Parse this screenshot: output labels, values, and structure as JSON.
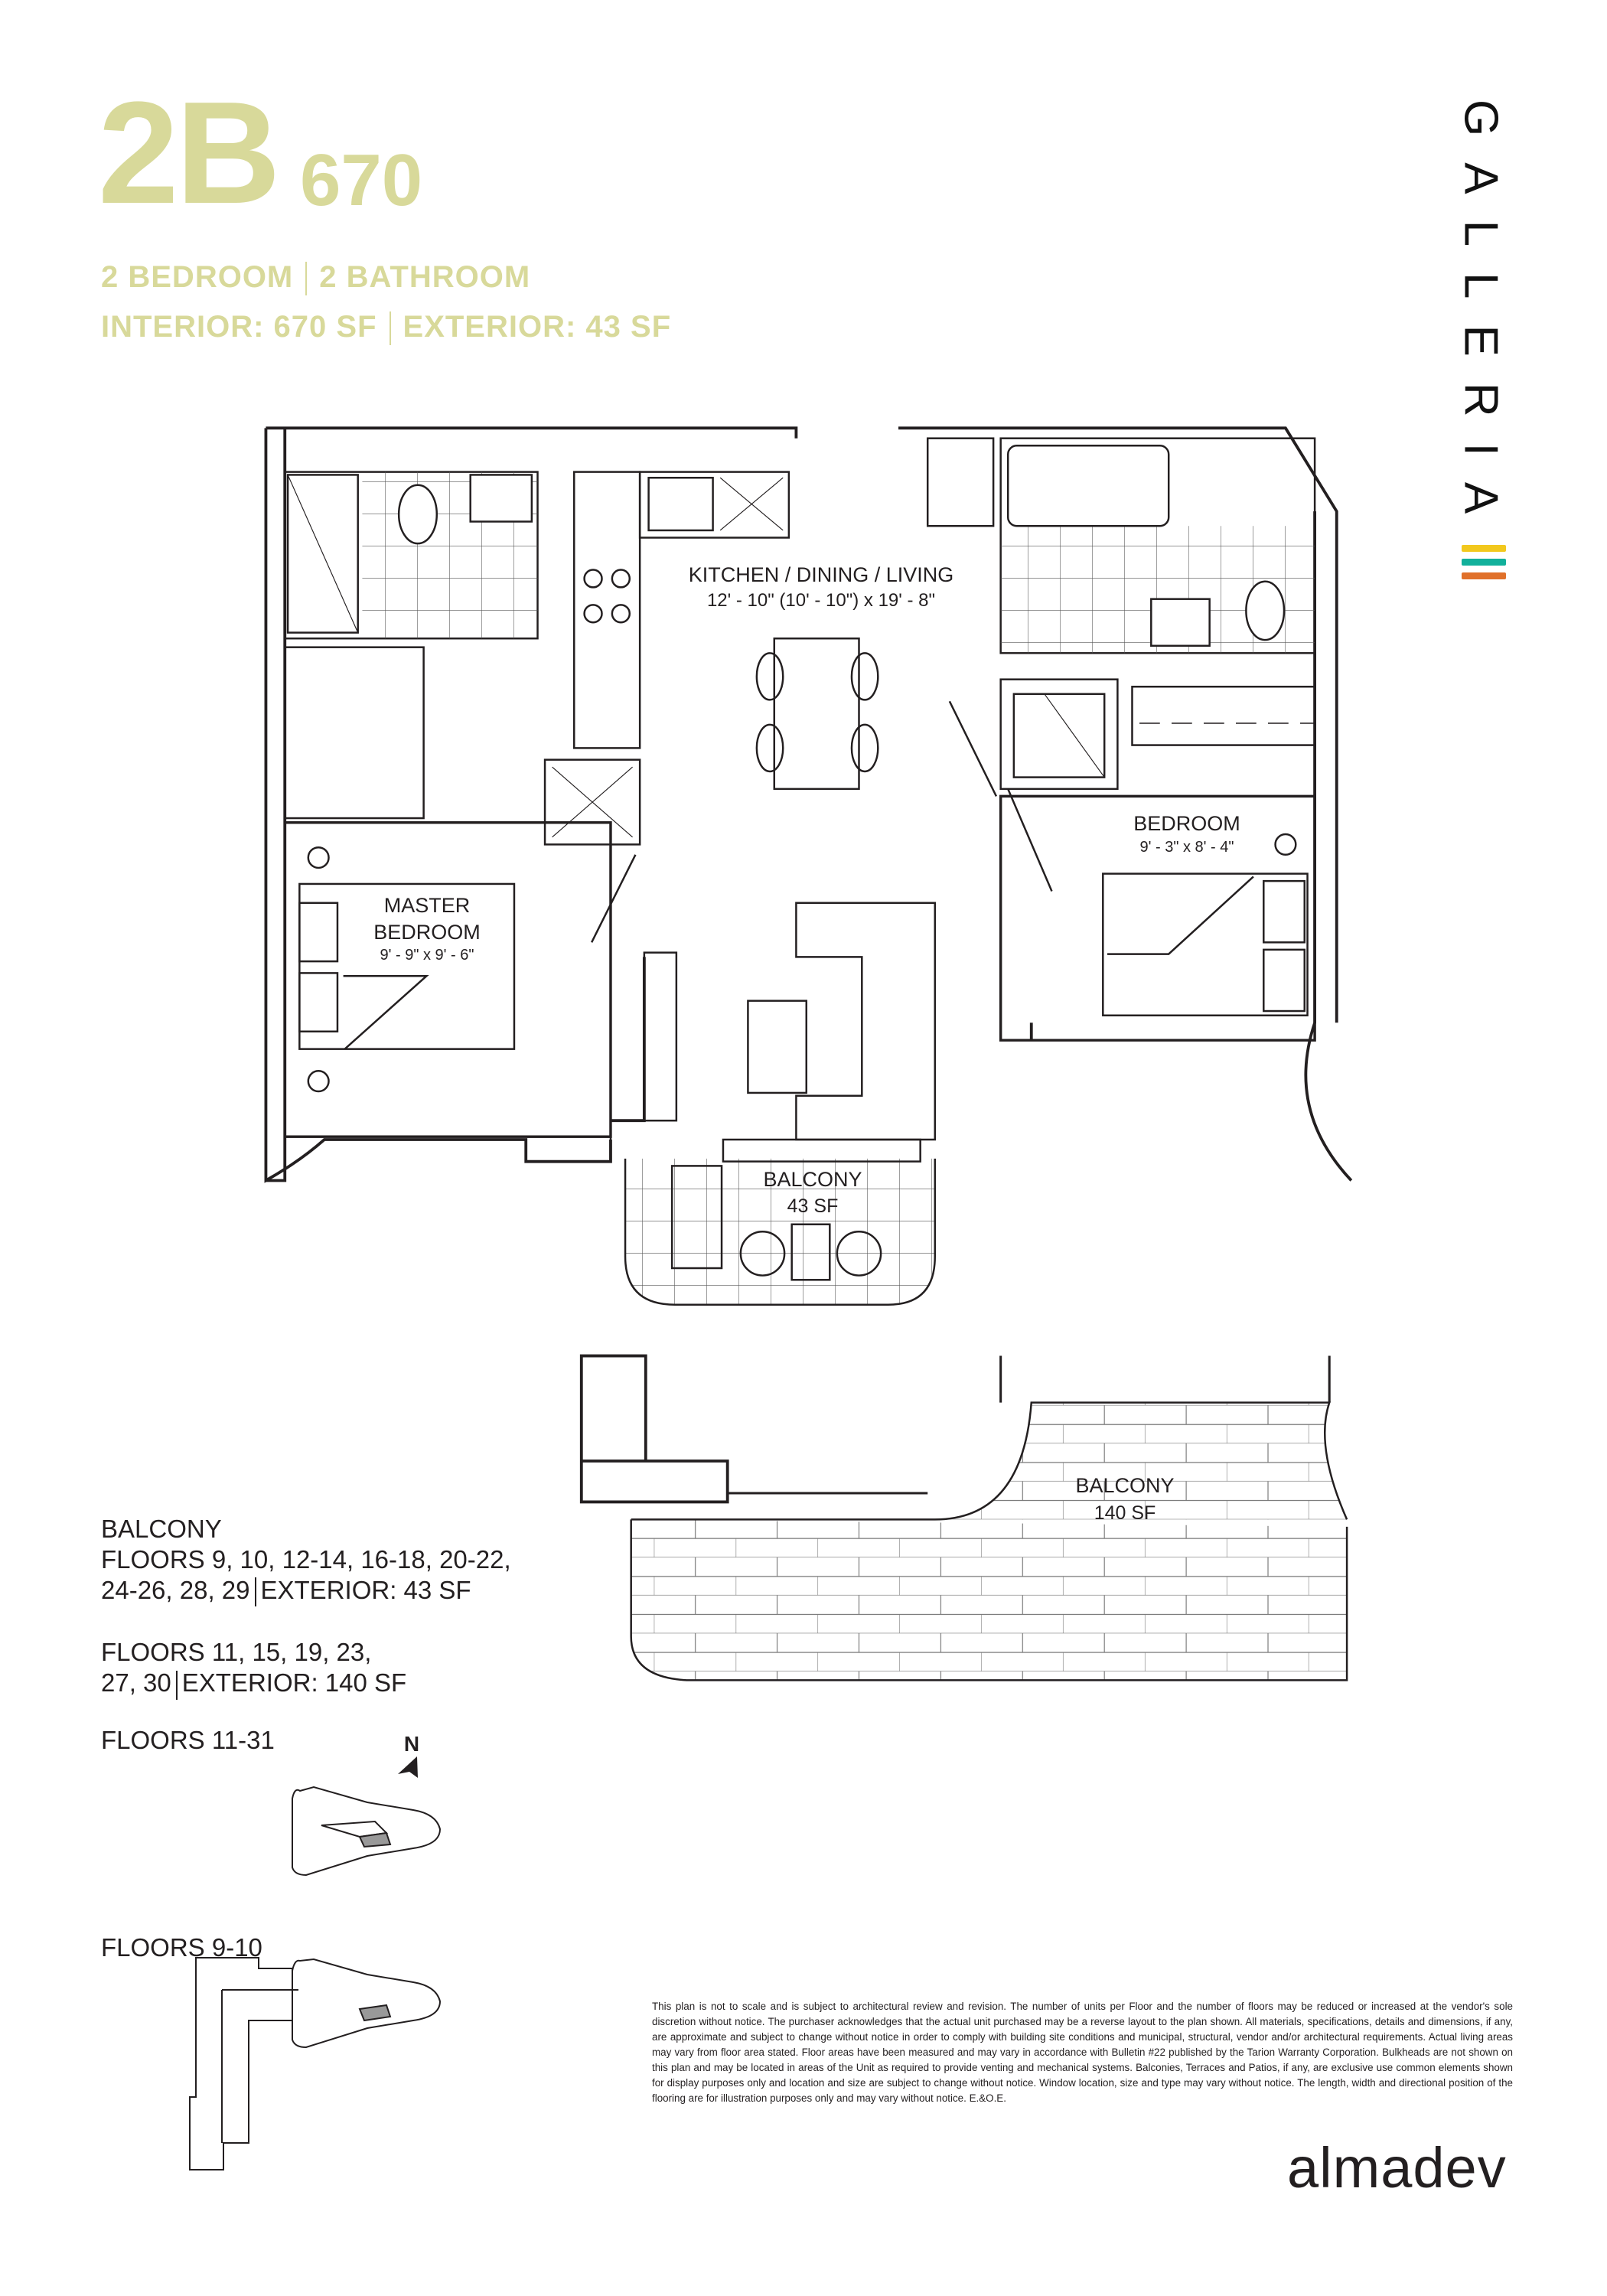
{
  "header": {
    "unit_code": "2B",
    "unit_size": "670",
    "beds": "2 BEDROOM",
    "baths": "2 BATHROOM",
    "interior": "INTERIOR: 670 SF",
    "exterior": "EXTERIOR: 43 SF",
    "accent_color": "#d8d99a"
  },
  "brand": {
    "name": "GALLERIA",
    "bar_colors": [
      "#f2c81d",
      "#12b09b",
      "#e0702a"
    ]
  },
  "rooms": {
    "kitchen": {
      "name": "KITCHEN / DINING / LIVING",
      "dims": "12' - 10\" (10' - 10\") x 19' - 8\""
    },
    "bedroom": {
      "name": "BEDROOM",
      "dims": "9' - 3\" x 8' - 4\""
    },
    "master": {
      "name_1": "MASTER",
      "name_2": "BEDROOM",
      "dims": "9' - 9\" x 9' - 6\""
    },
    "balcony_small": {
      "name": "BALCONY",
      "area": "43 SF"
    },
    "balcony_large": {
      "name": "BALCONY",
      "area": "140 SF"
    }
  },
  "legend": {
    "title": "BALCONY",
    "line_1": "FLOORS 9, 10, 12-14, 16-18, 20-22,",
    "line_2_a": "24-26, 28, 29",
    "line_2_b": "EXTERIOR: 43 SF",
    "line_3": "FLOORS 11, 15, 19, 23,",
    "line_4_a": "27, 30",
    "line_4_b": "EXTERIOR: 140 SF"
  },
  "keyplans": {
    "upper_label": "FLOORS 11-31",
    "lower_label": "FLOORS 9-10",
    "north": "N"
  },
  "disclaimer": "This plan is not to scale and is subject to architectural review and revision. The number of units per Floor and the number of floors may be reduced or increased at the vendor's sole discretion without notice. The purchaser acknowledges that the actual unit purchased may be a reverse layout to the plan shown. All materials, specifications, details and dimensions, if any, are approximate and subject to change without notice in order to comply with building site conditions and municipal, structural, vendor and/or architectural requirements. Actual living areas may vary from floor area stated. Floor areas have been measured and may vary in accordance with Bulletin #22 published by the Tarion Warranty Corporation. Bulkheads are not shown on this plan and may be located in areas of the Unit as required to provide venting and mechanical systems. Balconies, Terraces and Patios, if any, are exclusive use common elements shown for display purposes only and location and size are subject to change without notice. Window location, size and type may vary without notice. The length, width and directional position of the flooring are for illustration purposes only and may vary without notice. E.&O.E.",
  "developer": "almadev"
}
